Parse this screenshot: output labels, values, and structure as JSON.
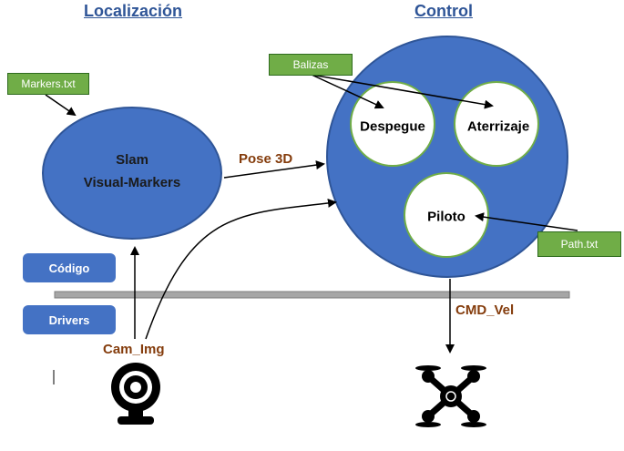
{
  "headings": {
    "localization": "Localización",
    "control": "Control"
  },
  "notes": {
    "markers": "Markers.txt",
    "balizas": "Balizas",
    "path": "Path.txt"
  },
  "slam": {
    "line1": "Slam",
    "line2": "Visual-Markers"
  },
  "control_nodes": {
    "despegue": "Despegue",
    "aterrizaje": "Aterrizaje",
    "piloto": "Piloto"
  },
  "layers": {
    "codigo": "Código",
    "drivers": "Drivers"
  },
  "edges": {
    "pose": "Pose 3D",
    "cmd_vel": "CMD_Vel",
    "cam_img": "Cam_Img"
  },
  "icons": {
    "camera": "webcam-icon",
    "drone": "quadcopter-drone-icon"
  },
  "colors": {
    "node_blue": "#4472c4",
    "note_green": "#70ad47",
    "edge_label": "#843c0c",
    "heading": "#2f5597"
  }
}
